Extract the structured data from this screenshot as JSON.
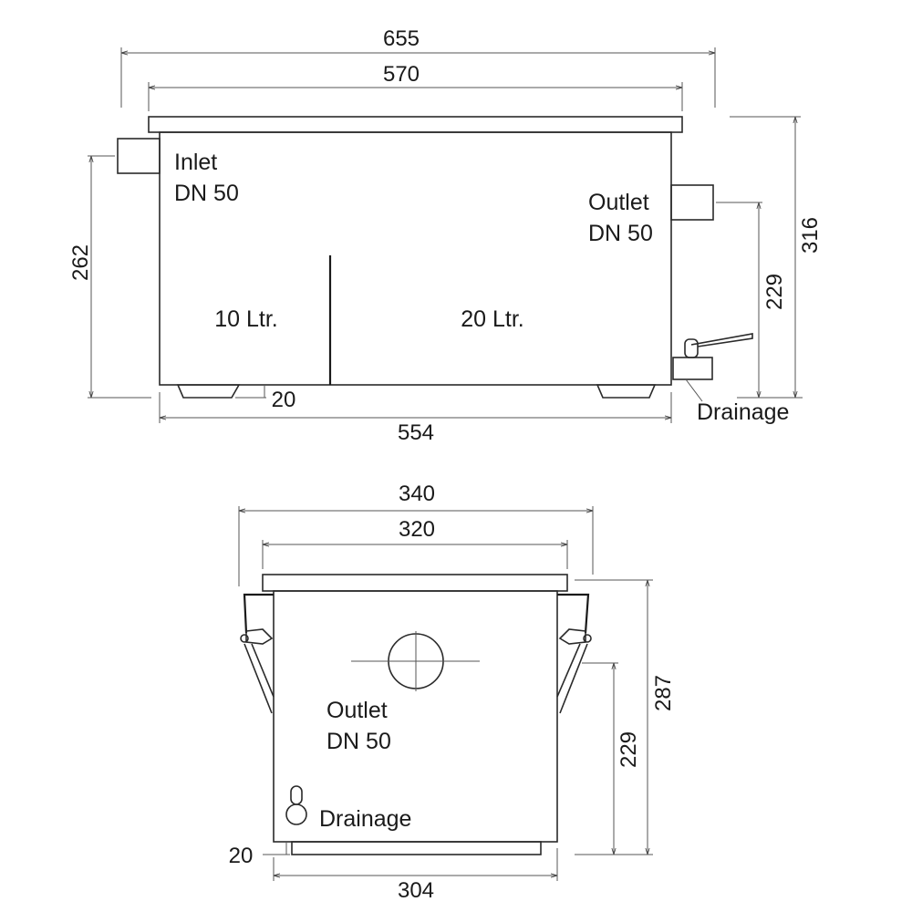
{
  "side_view": {
    "inlet_label": [
      "Inlet",
      "DN 50"
    ],
    "outlet_label": [
      "Outlet",
      "DN 50"
    ],
    "drainage_label": "Drainage",
    "chamber_small": "10 Ltr.",
    "chamber_large": "20 Ltr.",
    "dim_overall_width": "655",
    "dim_lid_width": "570",
    "dim_body_width": "554",
    "dim_inlet_height": "262",
    "dim_outlet_height": "229",
    "dim_total_height": "316",
    "dim_feet_height": "20"
  },
  "front_view": {
    "outlet_label": [
      "Outlet",
      "DN 50"
    ],
    "drainage_label": "Drainage",
    "dim_overall_width": "340",
    "dim_lid_width": "320",
    "dim_body_width": "304",
    "dim_total_height": "287",
    "dim_outlet_height": "229",
    "dim_base_height": "20"
  }
}
